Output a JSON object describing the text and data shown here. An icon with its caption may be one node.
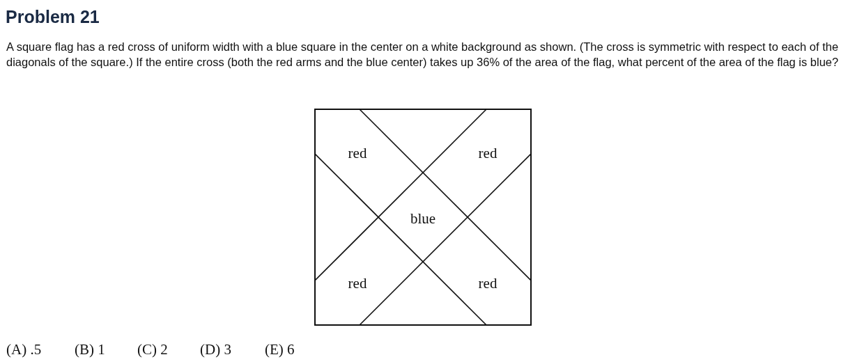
{
  "diagram": {
    "title": "Problem 21",
    "nodes": [
      {
        "text": [
          "red",
          "red",
          "blue",
          "red",
          "red"
        ]
      }
    ],
    "labels": [
      "A square flag has a red cross of uniform width with a blue square in the center on a white background as shown. (The cross is symmetric with respect to each of the diagonals of the square.) If the entire cross (both the red arms and the blue center) takes up 36% of the area of the flag, what percent of the area of the flag is blue?",
      "(A) .5",
      "(B) 1",
      "(C) 2",
      "(D) 3",
      "(E) 6"
    ]
  }
}
